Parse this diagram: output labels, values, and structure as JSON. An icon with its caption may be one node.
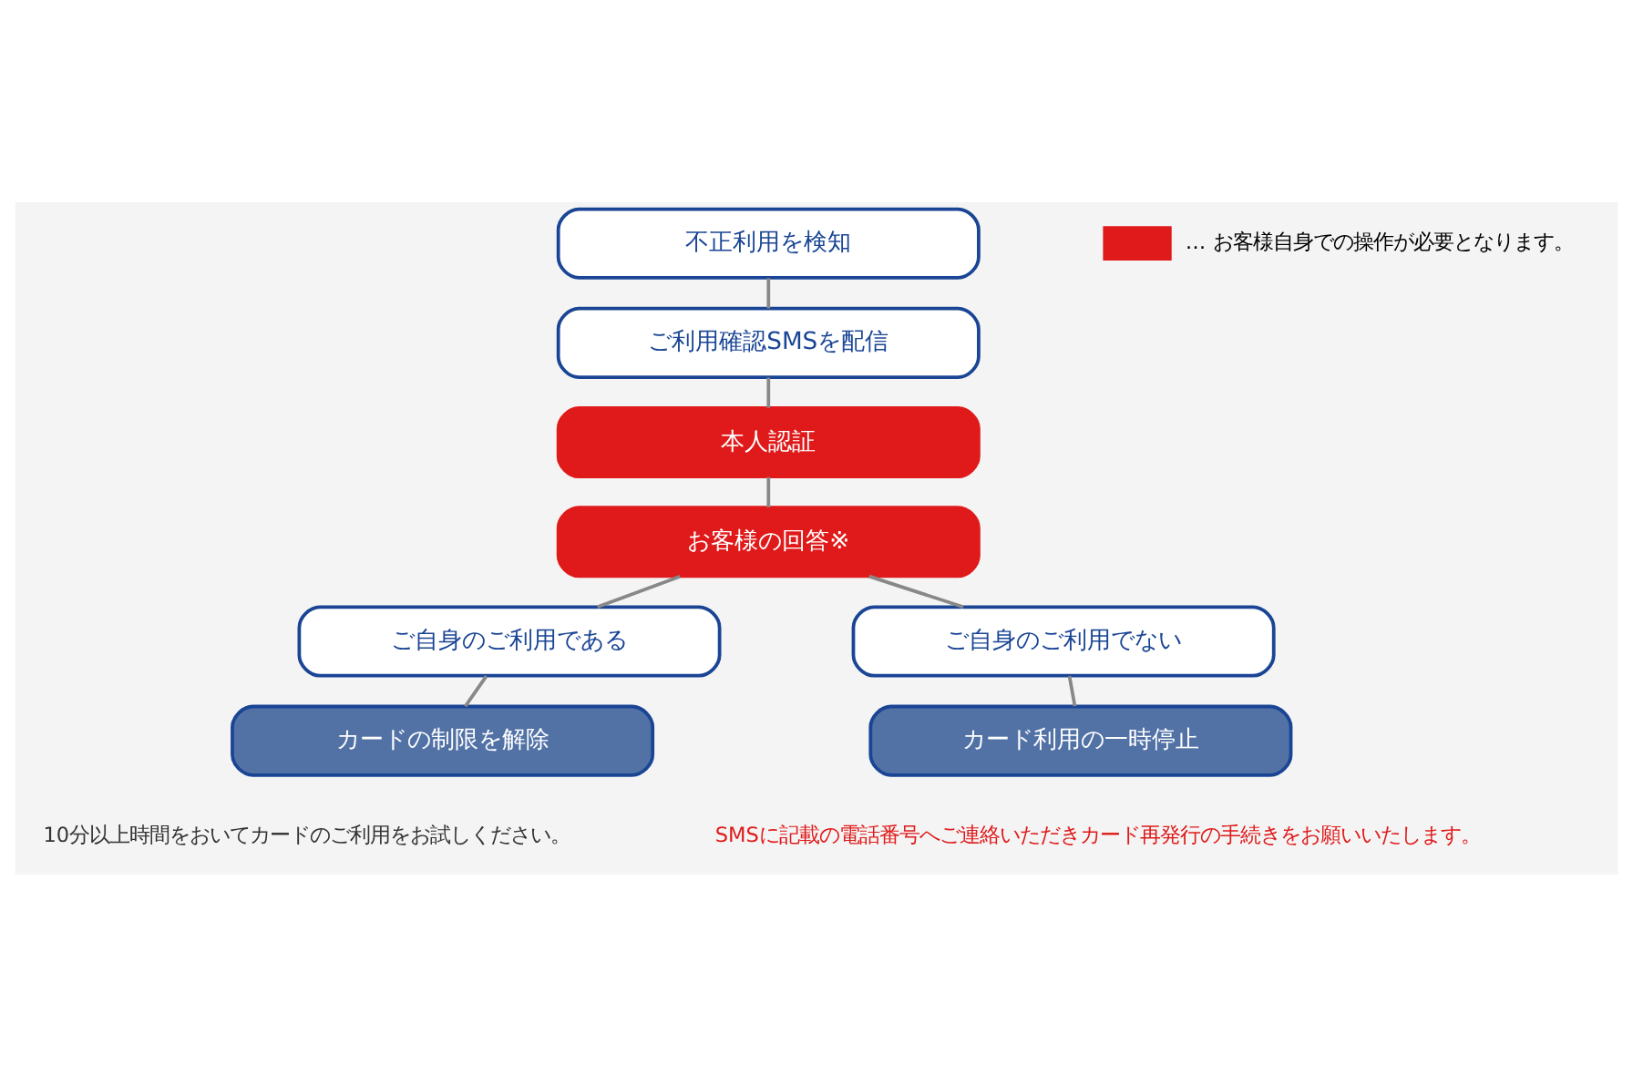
{
  "diagram": {
    "nodes": [
      {
        "text": [
          "不正利用を検知"
        ]
      },
      {
        "text": [
          "ご利用確認SMSを配信"
        ]
      },
      {
        "text": [
          "本人認証"
        ]
      },
      {
        "text": [
          "お客様の回答※"
        ]
      },
      {
        "text": [
          "ご自身のご利用である"
        ]
      },
      {
        "text": [
          "カードの制限を解除"
        ],
        "beside": [
          "10分以上時間をおいてカードのご利用をお試しください。"
        ]
      },
      {
        "text": [
          "ご自身のご利用でない"
        ]
      },
      {
        "text": [
          "カード利用の一時停止"
        ],
        "beside": [
          "SMSに記載の電話番号へご連絡いただきカード再発行の手続きをお願いいたします。"
        ]
      }
    ],
    "edges": [
      {
        "from": 0,
        "to": 1,
        "arrow": "none"
      },
      {
        "from": 1,
        "to": 2,
        "arrow": "none"
      },
      {
        "from": 2,
        "to": 3,
        "arrow": "none"
      },
      {
        "from": 3,
        "to": 4,
        "arrow": "none"
      },
      {
        "from": 3,
        "to": 6,
        "arrow": "none"
      },
      {
        "from": 4,
        "to": 5,
        "arrow": "none"
      },
      {
        "from": 6,
        "to": 7,
        "arrow": "none"
      }
    ],
    "legend": [
      {
        "text": "… お客様自身での操作が必要となります。",
        "color": "#e01a1a"
      }
    ]
  }
}
